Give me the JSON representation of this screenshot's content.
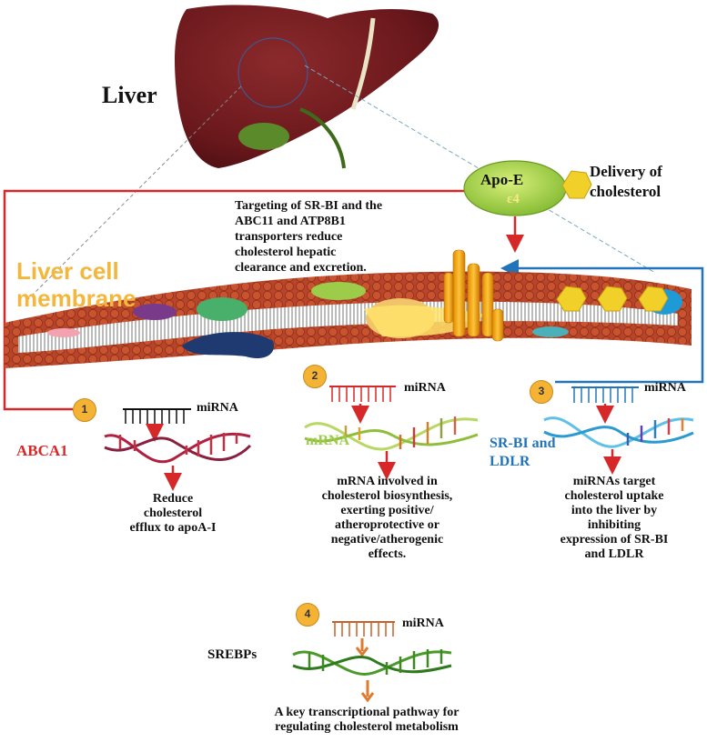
{
  "labels": {
    "liver": "Liver",
    "delivery": [
      "Delivery of",
      "cholesterol"
    ],
    "apo_e": "Apo-E",
    "epsilon4": "ε4",
    "targeting": [
      "Targeting of SR-BI and the",
      "ABC11 and ATP8B1",
      "transporters reduce",
      "cholesterol hepatic",
      "clearance and excretion."
    ],
    "liver_cell_membrane": [
      "Liver cell",
      "membrane"
    ]
  },
  "pathways": [
    {
      "number": "1",
      "mirna": "miRNA",
      "target": "ABCA1",
      "effect": [
        "Reduce",
        "cholesterol",
        "efflux to apoA-I"
      ]
    },
    {
      "number": "2",
      "mirna": "miRNA",
      "target": "mRNA",
      "effect": [
        "mRNA involved in",
        "cholesterol biosynthesis,",
        "exerting positive/",
        "atheroprotective or",
        "negative/atherogenic",
        "effects."
      ]
    },
    {
      "number": "3",
      "mirna": "miRNA",
      "target": [
        "SR-BI and",
        "LDLR"
      ],
      "effect": [
        "miRNAs target",
        "cholesterol uptake",
        "into the liver by",
        "inhibiting",
        "expression of SR-BI",
        "and LDLR"
      ]
    },
    {
      "number": "4",
      "mirna": "miRNA",
      "target": "SREBPs",
      "effect": [
        "A key transcriptional pathway for",
        "regulating cholesterol metabolism"
      ]
    }
  ],
  "colors": {
    "abca1": "#d62828",
    "mrna": "#9ccc4a",
    "srbi": "#2274b8",
    "membrane_label": "#f4b63b",
    "badge": "#f5b335",
    "liver": "#6e1a1e"
  }
}
